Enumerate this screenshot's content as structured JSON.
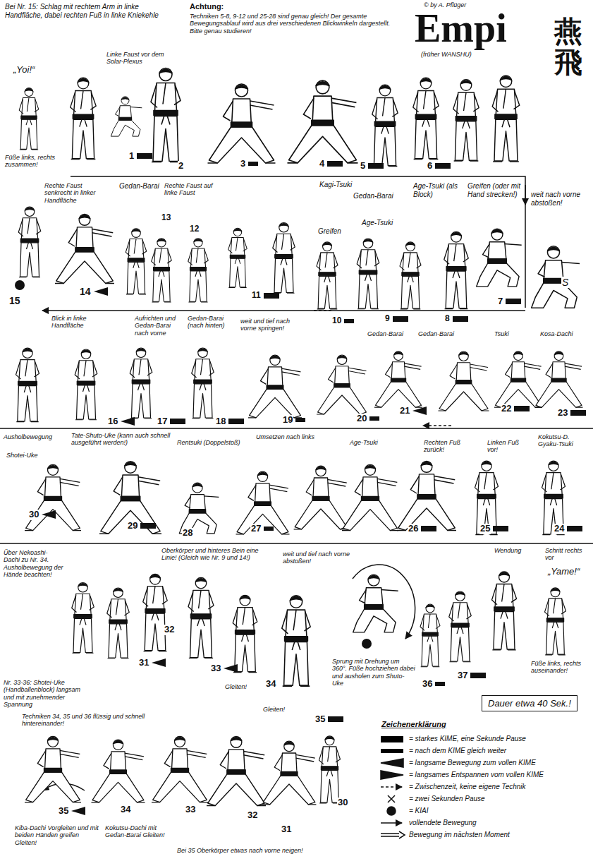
{
  "diagram": {
    "title": "Empi",
    "nodes": [
      {
        "text": [
          "Dauer etwa 40 Sek.!"
        ]
      }
    ],
    "labels": [
      "Bei Nr. 15: Schlag mit rechtem Arm in linke Handfläche, dabei rechten Fuß in linke Kniekehle",
      "Achtung:",
      "Techniken 5-8, 9-12 und 25-28 sind genau gleich! Der gesamte Bewegungsablauf wird aus drei verschiedenen Blickwinkeln dargestellt. Bitte genau studieren!",
      "© by A. Pflüger",
      "(früher WANSHU)",
      "燕飛",
      "„Yoi!“",
      "Füße links, rechts zusammen!",
      "Linke Faust vor dem Solar-Plexus",
      "1",
      "2",
      "3",
      "4",
      "5",
      "6",
      "Kagi-Tsuki",
      "Gedan-Barai",
      "Age-Tsuki (als Block)",
      "Greifen (oder mit Hand strecken!)",
      "weit nach vorne abstoßen!",
      "Rechte Faust senkrecht in linker Handfläche",
      "Gedan-Barai",
      "Rechte Faust auf linke Faust",
      "15",
      "14",
      "13",
      "12",
      "11",
      "10",
      "9",
      "8",
      "7",
      "S",
      "Greifen",
      "Age-Tsuki",
      "Blick in linke Handfläche",
      "Aufrichten und Gedan-Barai nach vorne",
      "Gedan-Barai (nach hinten)",
      "weit und tief nach vorne springen!",
      "Gedan-Barai",
      "Gedan-Barai",
      "Tsuki",
      "Kosa-Dachi",
      "16",
      "17",
      "18",
      "19",
      "20",
      "21",
      "22",
      "23",
      "Ausholbewegung",
      "Tate-Shuto-Uke (kann auch schnell ausgeführt werden!)",
      "Rentsuki (Doppelstoß)",
      "Umsetzen nach links",
      "Age-Tsuki",
      "Rechten Fuß zurück!",
      "Linken Fuß vor!",
      "Kokutsu-D. Gyaku-Tsuki",
      "Shotei-Uke",
      "30",
      "29",
      "28",
      "27",
      "26",
      "25",
      "24",
      "Über Nekoashi-Dachi zu Nr. 34. Ausholbewegung der Hände beachten!",
      "Oberkörper und hinteres Bein eine Linie! (Gleich wie Nr. 9 und 14!)",
      "weit und tief nach vorne abstoßen!",
      "Wendung",
      "Schritt rechts vor",
      "„Yame!“",
      "31",
      "32",
      "33",
      "34",
      "Gleiten!",
      "Gleiten!",
      "35",
      "Sprung mit Drehung um 360°. Füße hochziehen dabei und ausholen zum Shuto-Uke",
      "36",
      "37",
      "Füße links, rechts auseinander!",
      "Nr. 33-36: Shotei-Uke (Handballenblock) langsam und mit zunehmender Spannung",
      "Techniken 34, 35 und 36 flüssig und schnell hintereinander!",
      "35",
      "34",
      "33",
      "32",
      "31",
      "30",
      "Kiba-Dachi Vorgleiten und mit beiden Händen greifen Gleiten!",
      "Kokutsu-Dachi mit Gedan-Barai Gleiten!",
      "Bei 35 Oberkörper etwas nach vorne neigen!",
      "Zeichenerklärung"
    ],
    "legend": [
      {
        "text": "= starkes KIME, eine Sekunde Pause",
        "color": "#000000"
      },
      {
        "text": "= nach dem KIME gleich weiter",
        "color": "#000000"
      },
      {
        "text": "= langsame Bewegung zum vollen KIME"
      },
      {
        "text": "= langsames Entspannen vom vollen KIME"
      },
      {
        "text": "= Zwischenzeit, keine eigene Technik"
      },
      {
        "text": "= zwei Sekunden Pause"
      },
      {
        "text": "= KIAI"
      },
      {
        "text": "vollendete Bewegung"
      },
      {
        "text": "Bewegung im nächsten Moment"
      }
    ]
  }
}
